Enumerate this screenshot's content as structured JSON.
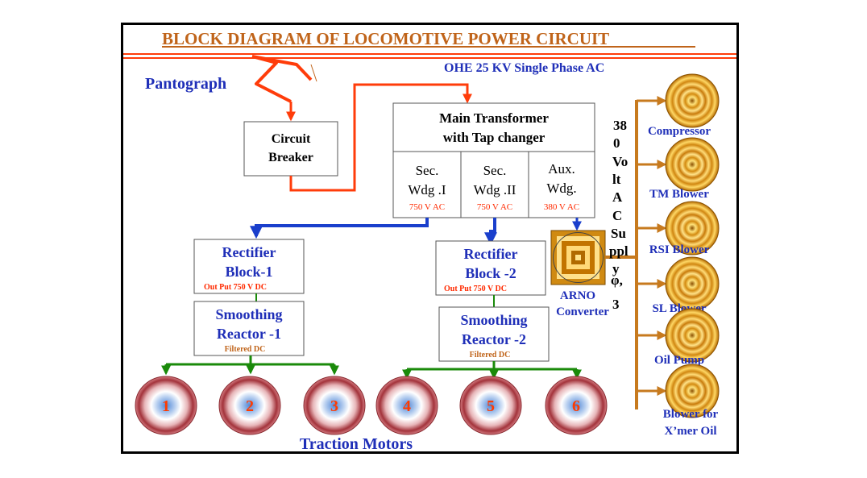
{
  "title": "BLOCK DIAGRAM OF LOCOMOTIVE POWER CIRCUIT",
  "ohe_label": "OHE 25 KV Single Phase AC",
  "pantograph": "Pantograph",
  "circuit_breaker": [
    "Circuit",
    "Breaker"
  ],
  "main_transformer": [
    "Main Transformer",
    "with Tap changer"
  ],
  "windings": [
    {
      "line1": "Sec.",
      "line2": "Wdg .I",
      "voltage": "750 V AC"
    },
    {
      "line1": "Sec.",
      "line2": "Wdg .II",
      "voltage": "750 V AC"
    },
    {
      "line1": "Aux.",
      "line2": "Wdg.",
      "voltage": "380 V AC"
    }
  ],
  "rectifier_1": {
    "line1": "Rectifier",
    "line2": "Block-1",
    "output": "Out Put 750 V DC"
  },
  "rectifier_2": {
    "line1": "Rectifier",
    "line2": "Block -2",
    "output": "Out Put 750 V DC"
  },
  "reactor_1": {
    "line1": "Smoothing",
    "line2": "Reactor -1",
    "output": "Filtered DC"
  },
  "reactor_2": {
    "line1": "Smoothing",
    "line2": "Reactor -2",
    "output": "Filtered DC"
  },
  "arno": [
    "ARNO",
    "Converter"
  ],
  "supply_vertical": [
    "38",
    "0",
    "Vo",
    "lt",
    "A",
    "C",
    "Su",
    "ppl",
    "y",
    "φ,",
    "3"
  ],
  "motors": [
    "1",
    "2",
    "3",
    "4",
    "5",
    "6"
  ],
  "traction_motors": "Traction Motors",
  "aux_loads": [
    {
      "lines": [
        "Compressor"
      ]
    },
    {
      "lines": [
        "TM Blower"
      ]
    },
    {
      "lines": [
        "RSI Blower"
      ]
    },
    {
      "lines": [
        "SL Blower"
      ]
    },
    {
      "lines": [
        "Oil Pump"
      ]
    },
    {
      "lines": [
        "Blower for",
        "X’mer  Oil"
      ]
    }
  ],
  "colors": {
    "ohe_red": "#ff3c0a",
    "dc_blue": "#1a3fcc",
    "dc_green": "#1a8a0a",
    "aux_orange": "#c77a1e",
    "label_blue": "#1f2fb8",
    "title_brown": "#c0641a"
  }
}
